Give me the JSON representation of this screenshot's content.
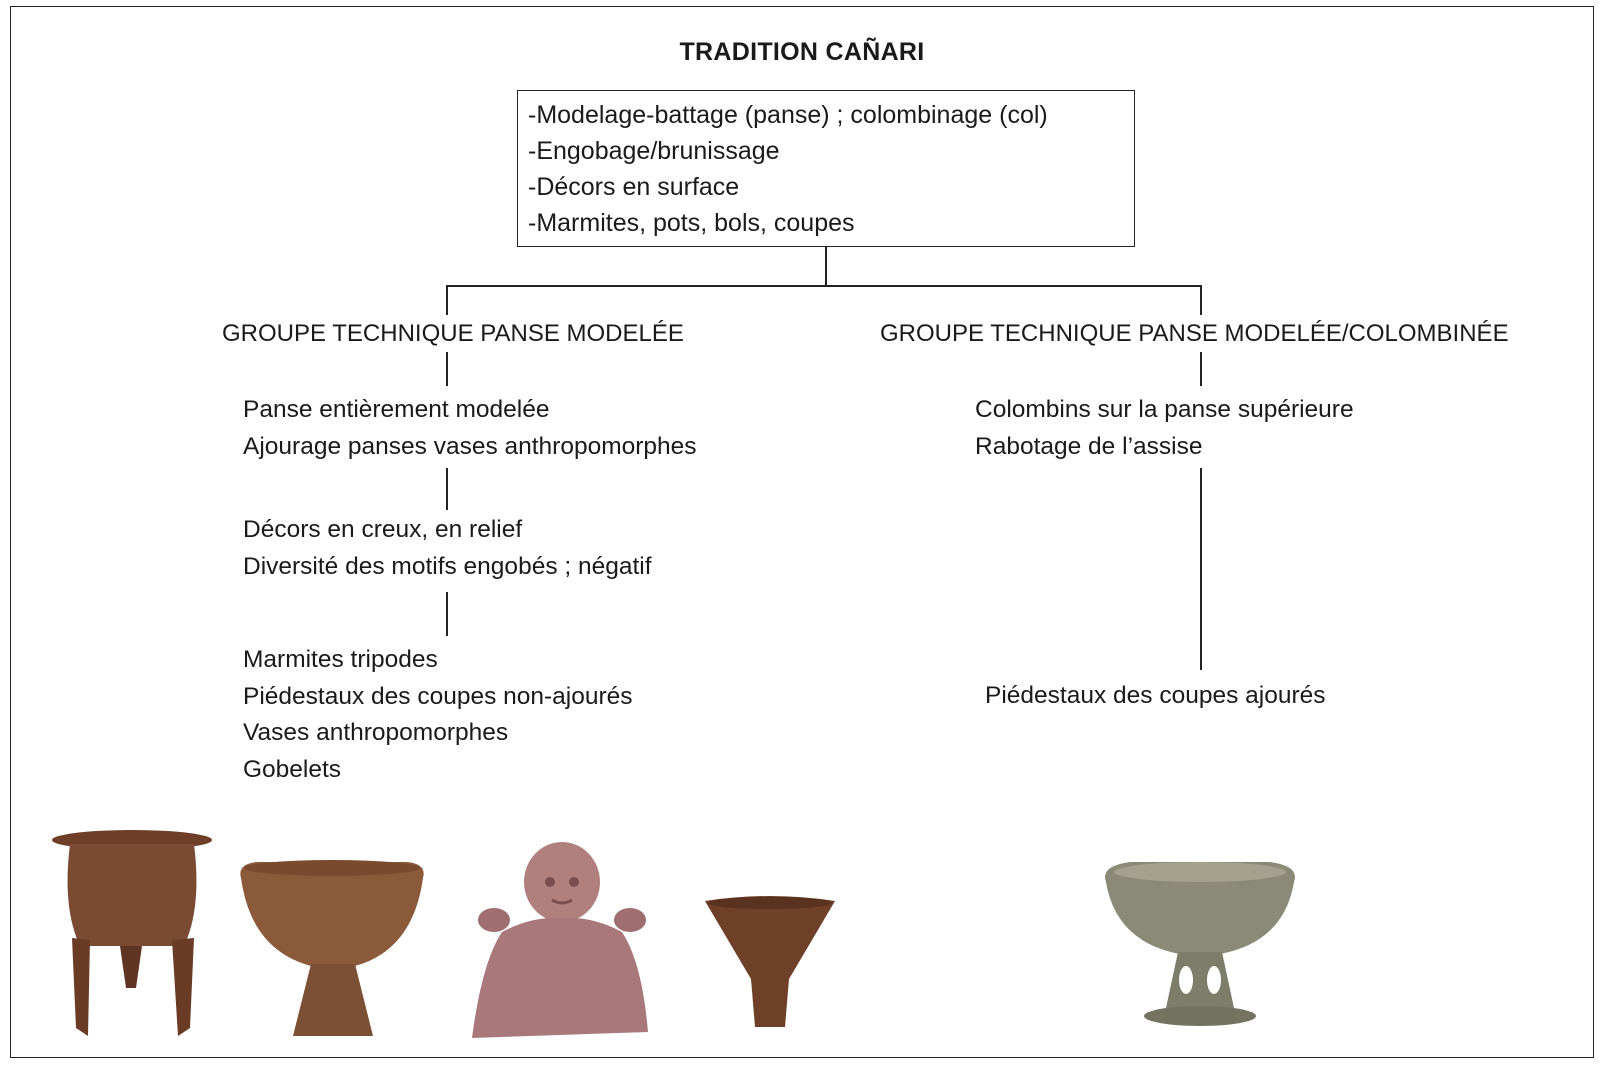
{
  "title": "TRADITION CAÑARI",
  "root": {
    "lines": [
      "-Modelage-battage (panse) ; colombinage (col)",
      "-Engobage/brunissage",
      "-Décors en surface",
      "-Marmites, pots, bols, coupes"
    ]
  },
  "left_group": {
    "heading": "GROUPE TECHNIQUE PANSE MODELÉE",
    "block1": [
      "Panse entièrement modelée",
      "Ajourage panses vases anthropomorphes"
    ],
    "block2": [
      "Décors en creux, en relief",
      "Diversité des motifs engobés ; négatif"
    ],
    "block3": [
      "Marmites tripodes",
      "Piédestaux des coupes non-ajourés",
      "Vases anthropomorphes",
      "Gobelets"
    ]
  },
  "right_group": {
    "heading": "GROUPE TECHNIQUE PANSE MODELÉE/COLOMBINÉE",
    "block1": [
      "Colombins sur la panse supérieure",
      "Rabotage de l’assise"
    ],
    "block2": [
      "Piédestaux des coupes ajourés"
    ]
  },
  "pottery": [
    {
      "icon": "tripod-pot-icon",
      "color": "#7a4a32"
    },
    {
      "icon": "pedestal-bowl-icon",
      "color": "#8a5a3a"
    },
    {
      "icon": "anthropomorphic-vase-icon",
      "color": "#a8787a"
    },
    {
      "icon": "beaker-icon",
      "color": "#6e4028"
    },
    {
      "icon": "openwork-pedestal-cup-icon",
      "color": "#8b8a76"
    }
  ]
}
